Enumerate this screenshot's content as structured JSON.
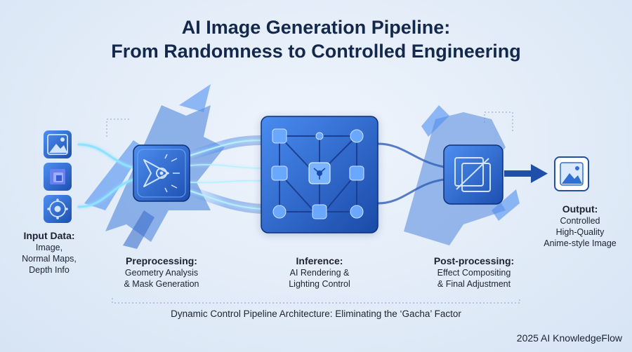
{
  "title": {
    "line1": "AI Image Generation Pipeline:",
    "line2": "From Randomness to Controlled Engineering"
  },
  "stages": {
    "input": {
      "heading": "Input Data:",
      "lines": [
        "Image,",
        "Normal Maps,",
        "Depth Info"
      ]
    },
    "preprocessing": {
      "heading": "Preprocessing:",
      "lines": [
        "Geometry Analysis",
        "& Mask Generation"
      ]
    },
    "inference": {
      "heading": "Inference:",
      "lines": [
        "AI Rendering &",
        "Lighting Control"
      ]
    },
    "postprocessing": {
      "heading": "Post-processing:",
      "lines": [
        "Effect Compositing",
        "& Final Adjustment"
      ]
    },
    "output": {
      "heading": "Output:",
      "lines": [
        "Controlled",
        "High-Quality",
        "Anime-style Image"
      ]
    }
  },
  "caption": "Dynamic Control Pipeline Architecture: Eliminating the ‘Gacha’ Factor",
  "footer": "2025 AI KnowledgeFlow",
  "icons": [
    "image-icon",
    "normal-map-icon",
    "depth-icon",
    "preprocessing-icon",
    "neural-network-icon",
    "compositing-icon",
    "output-image-icon"
  ],
  "colors": {
    "title": "#14284b",
    "accent": "#2f6fd6",
    "glow": "#5fd0ff",
    "node": "#3f7fe0",
    "text": "#1c2230"
  }
}
